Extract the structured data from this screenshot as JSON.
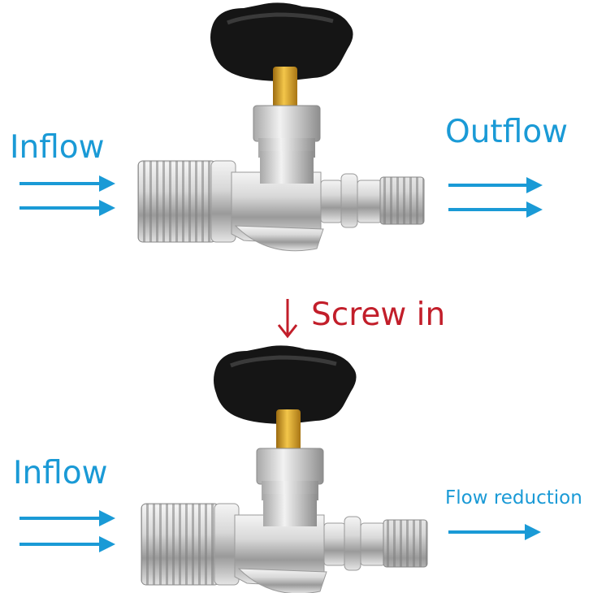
{
  "labels": {
    "inflow_top": "Inflow",
    "outflow_top": "Outflow",
    "screw_in": "Screw in",
    "inflow_bottom": "Inflow",
    "flow_reduction": "Flow reduction"
  },
  "colors": {
    "flow_blue": "#1a9ad6",
    "screw_red": "#c21e2a",
    "valve_metal": "#c8c8c8",
    "knob_black": "#151515",
    "brass": "#d9a520"
  }
}
